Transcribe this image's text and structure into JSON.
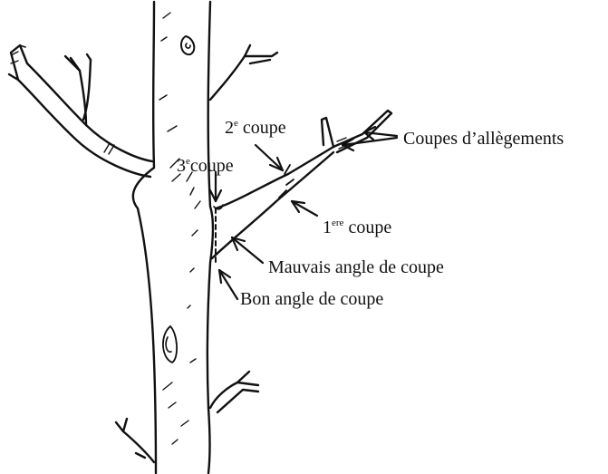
{
  "labels": {
    "cut2_main": "2",
    "cut2_sup": "e",
    "cut2_word": " coupe",
    "cut3_main": "3",
    "cut3_sup": "e",
    "cut3_word": "coupe",
    "relief_cuts": "Coupes d’allègements",
    "cut1_main": "1",
    "cut1_sup": "ere",
    "cut1_word": " coupe",
    "wrong_angle": "Mauvais angle de coupe",
    "right_angle": "Bon angle de coupe"
  },
  "colors": {
    "ink": "#111111",
    "background": "#ffffff"
  }
}
